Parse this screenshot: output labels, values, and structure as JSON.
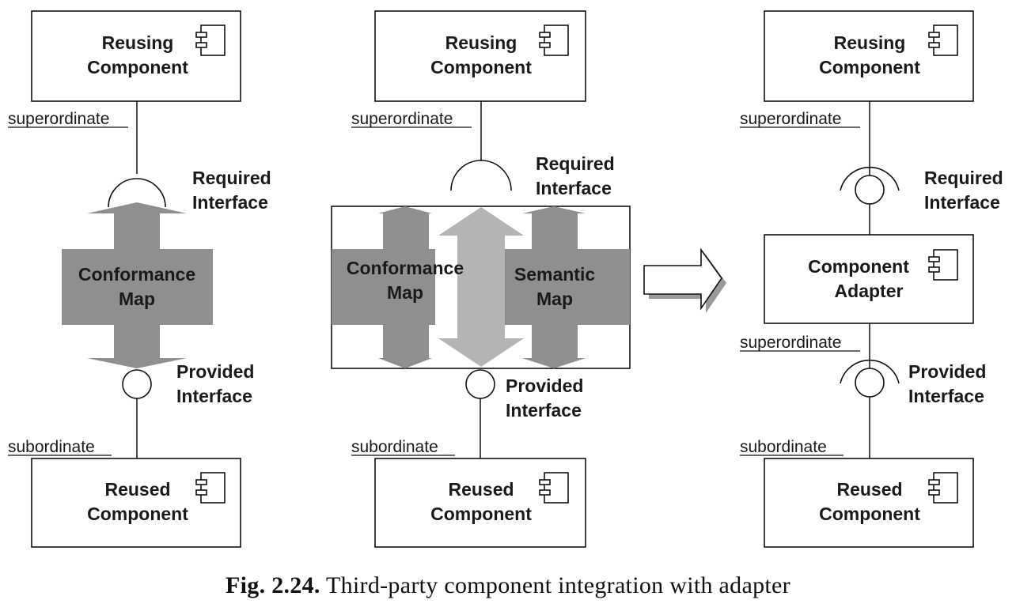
{
  "labels": {
    "reusing_component": [
      "Reusing",
      "Component"
    ],
    "reused_component": [
      "Reused",
      "Component"
    ],
    "component_adapter": [
      "Component",
      "Adapter"
    ],
    "required_interface": [
      "Required",
      "Interface"
    ],
    "provided_interface": [
      "Provided",
      "Interface"
    ],
    "conformance_map": [
      "Conformance",
      "Map"
    ],
    "semantic_map": [
      "Semantic",
      "Map"
    ],
    "superordinate": "superordinate",
    "subordinate": "subordinate"
  },
  "caption": {
    "prefix": "Fig. 2.24.",
    "text": "Third-party component integration with adapter"
  }
}
